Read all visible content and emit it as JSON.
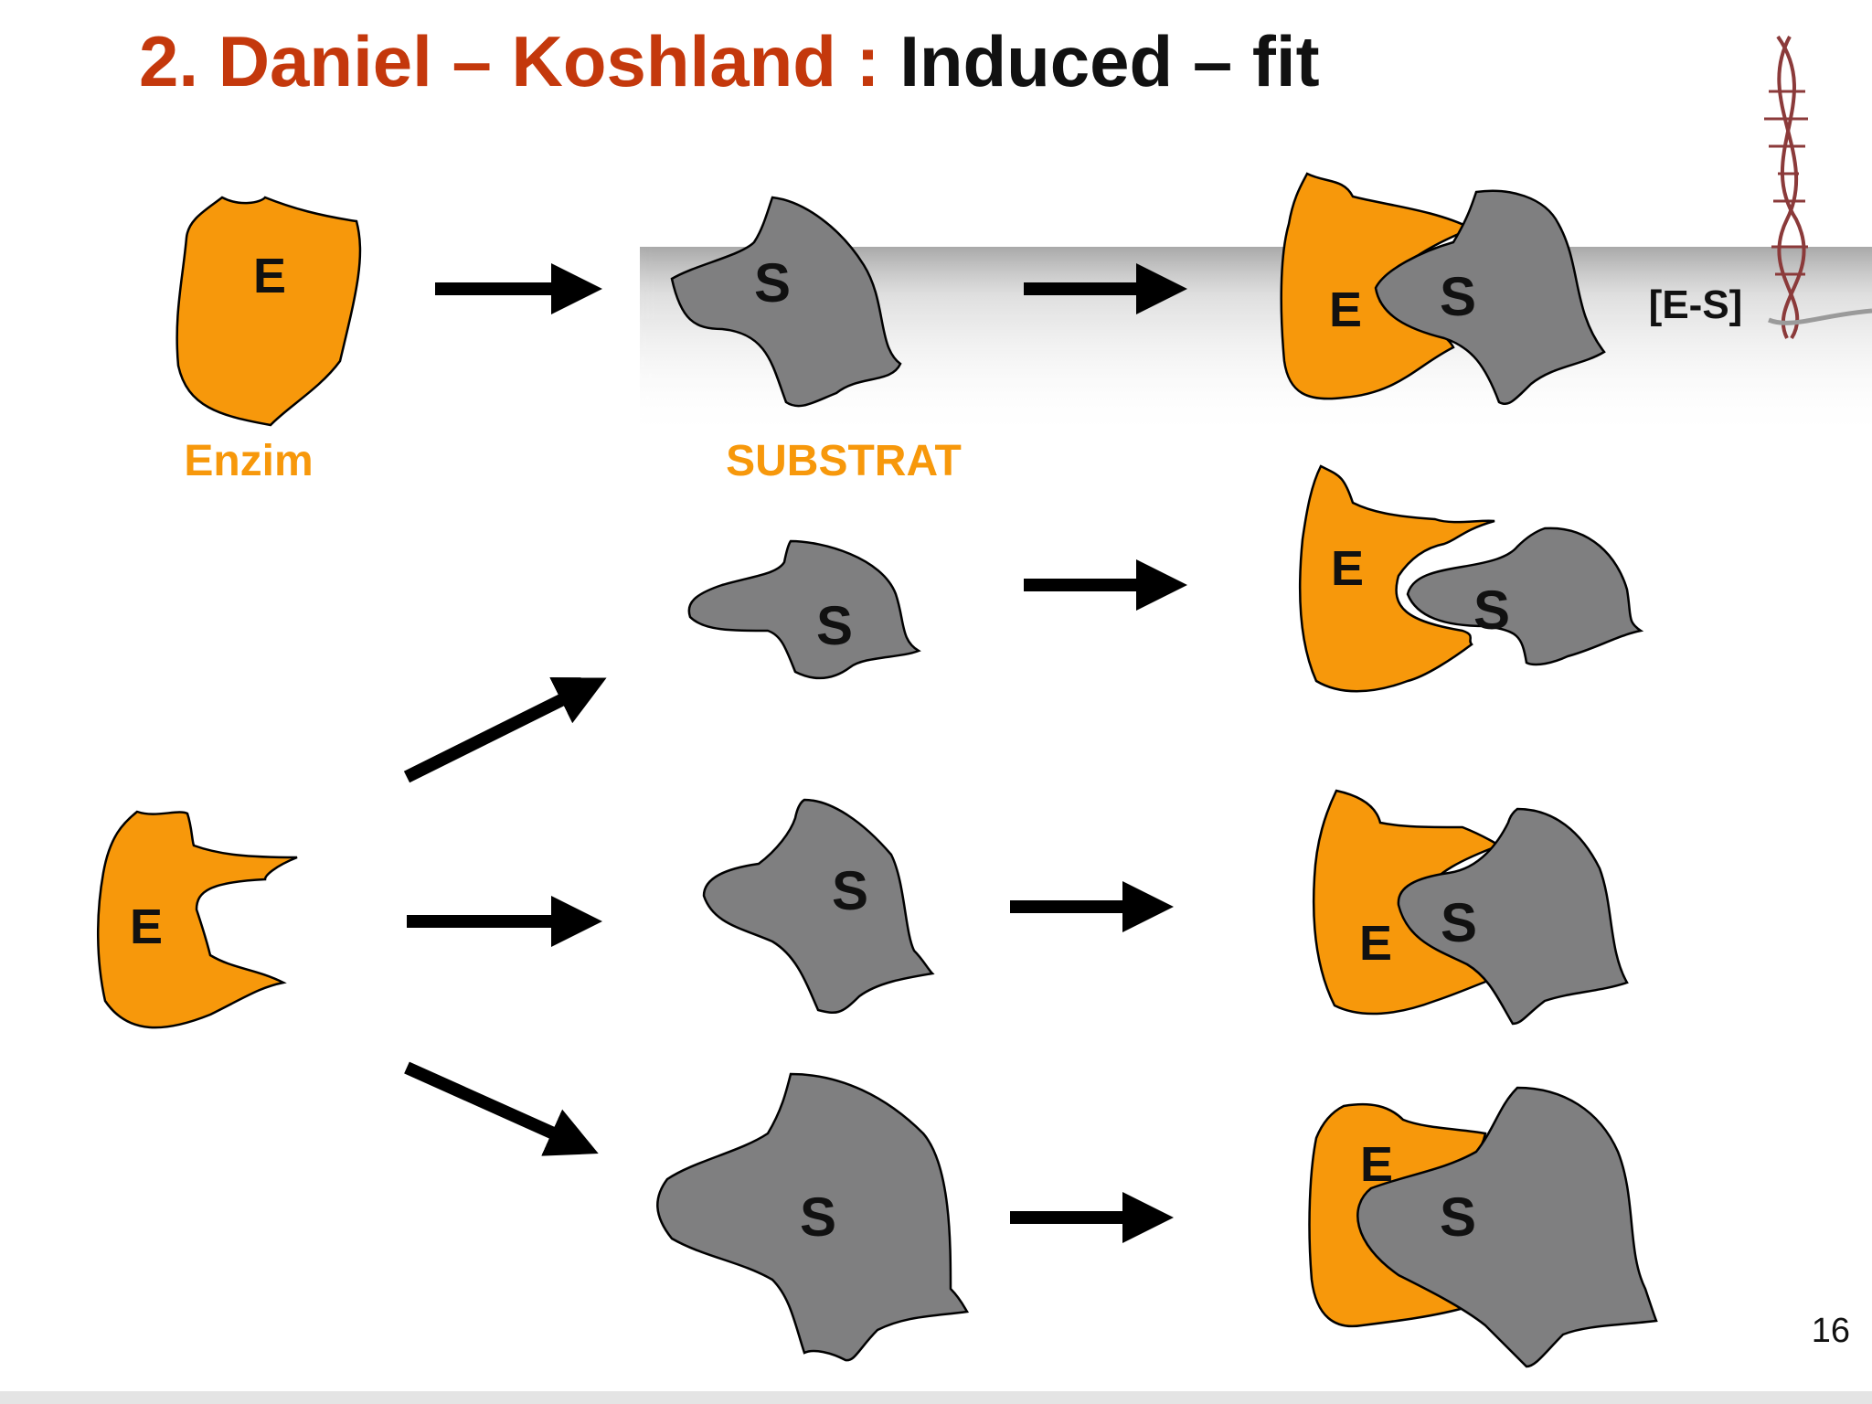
{
  "title": {
    "part1": "2. Daniel – Koshland : ",
    "part2": "Induced – fit"
  },
  "labels": {
    "enzyme": "E",
    "substrate": "S",
    "enzyme_caption": "Enzim",
    "substrate_caption": "SUBSTRAT",
    "complex": "[E-S]"
  },
  "slide_number": "16",
  "colors": {
    "title_accent": "#c4380c",
    "enzyme": "#f7980b",
    "substrate": "#7f7f80",
    "caption": "#f7980b",
    "arrow": "#000000"
  },
  "icons": [
    "dna-helix-icon"
  ]
}
